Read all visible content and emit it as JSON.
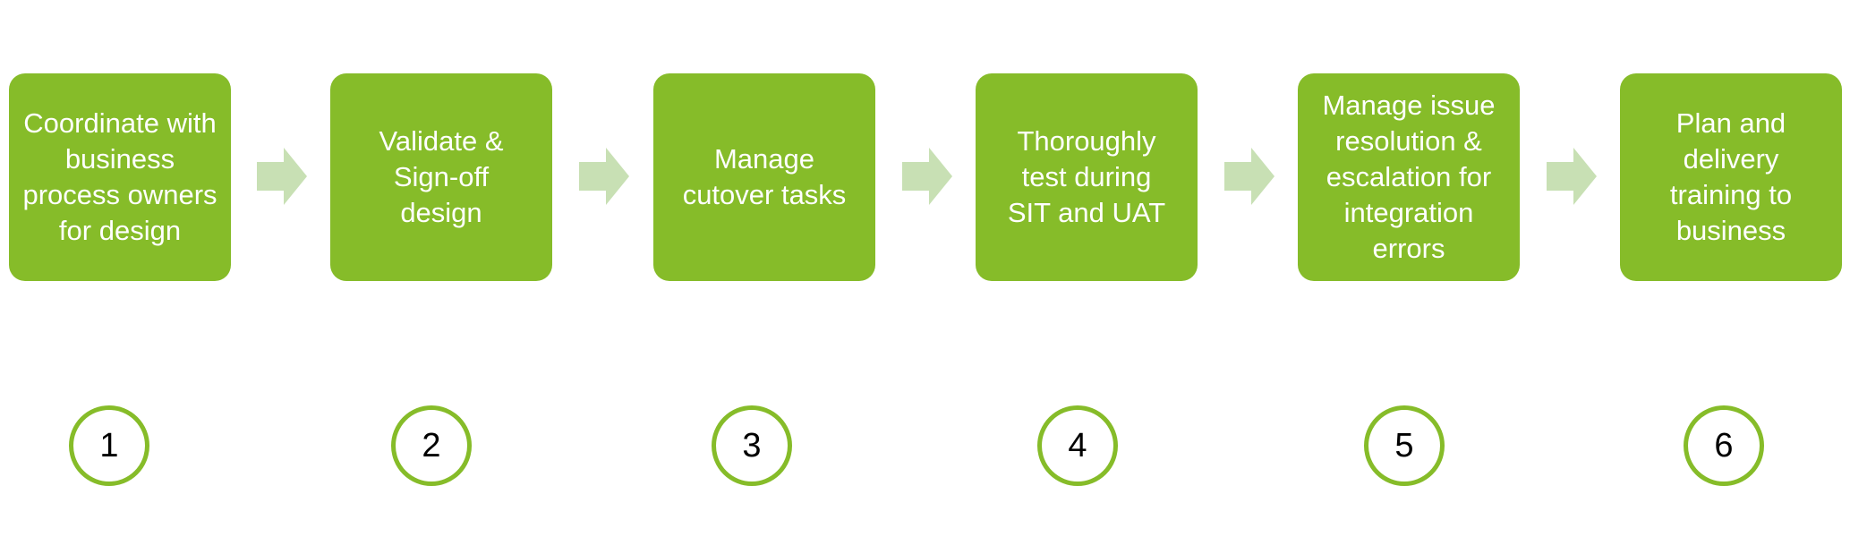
{
  "colors": {
    "box_fill": "#86bc29",
    "arrow_fill": "#c8e0b4",
    "circle_stroke": "#86bc29"
  },
  "steps": [
    {
      "label": "Coordinate with business process owners for design",
      "number": "1"
    },
    {
      "label": "Validate & Sign-off design",
      "number": "2"
    },
    {
      "label": "Manage cutover tasks",
      "number": "3"
    },
    {
      "label": "Thoroughly test during SIT and UAT",
      "number": "4"
    },
    {
      "label": "Manage issue resolution & escalation for integration errors",
      "number": "5"
    },
    {
      "label": "Plan and delivery training to business",
      "number": "6"
    }
  ],
  "arrow_icon": "right-chevron-arrow-icon"
}
